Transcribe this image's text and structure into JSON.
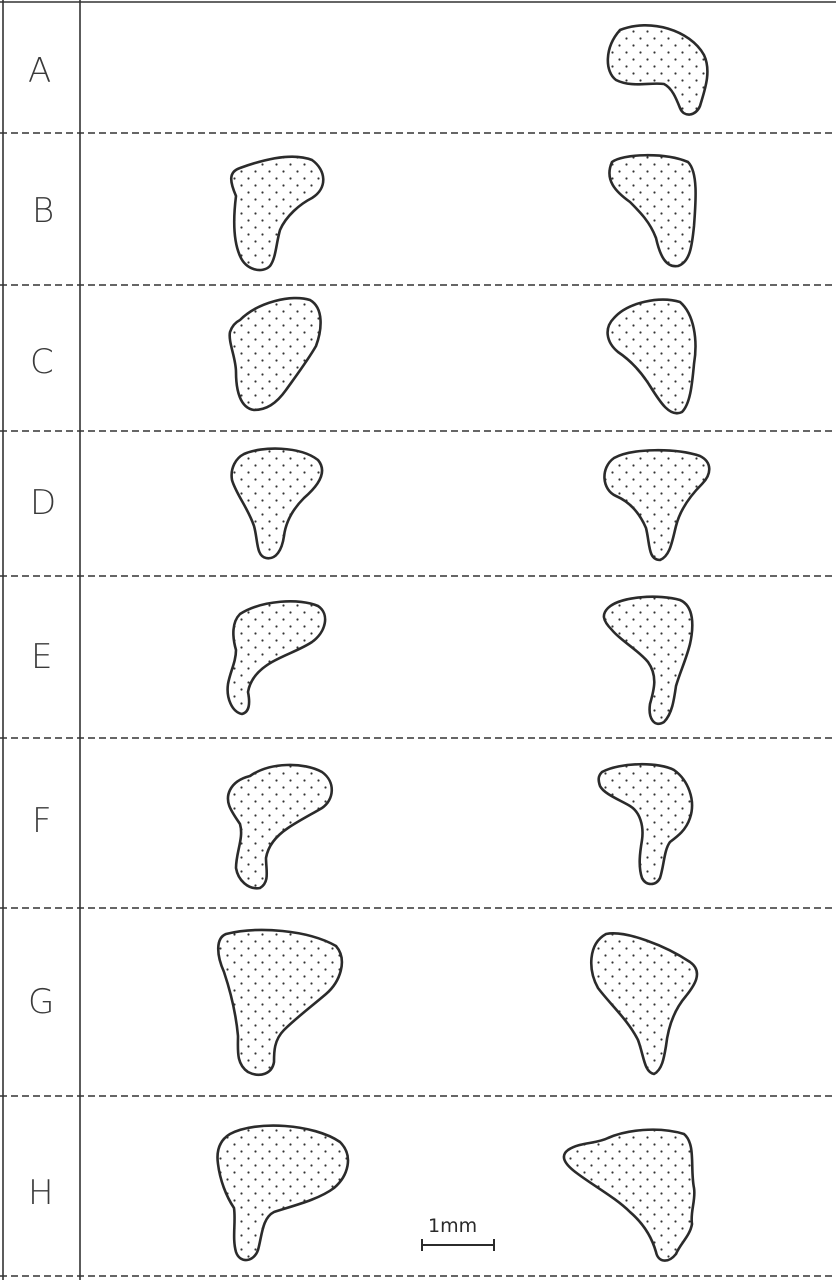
{
  "figure": {
    "rows": [
      {
        "label": "A"
      },
      {
        "label": "B"
      },
      {
        "label": "C"
      },
      {
        "label": "D"
      },
      {
        "label": "E"
      },
      {
        "label": "F"
      },
      {
        "label": "G"
      },
      {
        "label": "H"
      }
    ],
    "scale_bar": {
      "label": "1mm"
    },
    "colors": {
      "ink": "#2b2b2b",
      "paper": "#ffffff"
    }
  }
}
